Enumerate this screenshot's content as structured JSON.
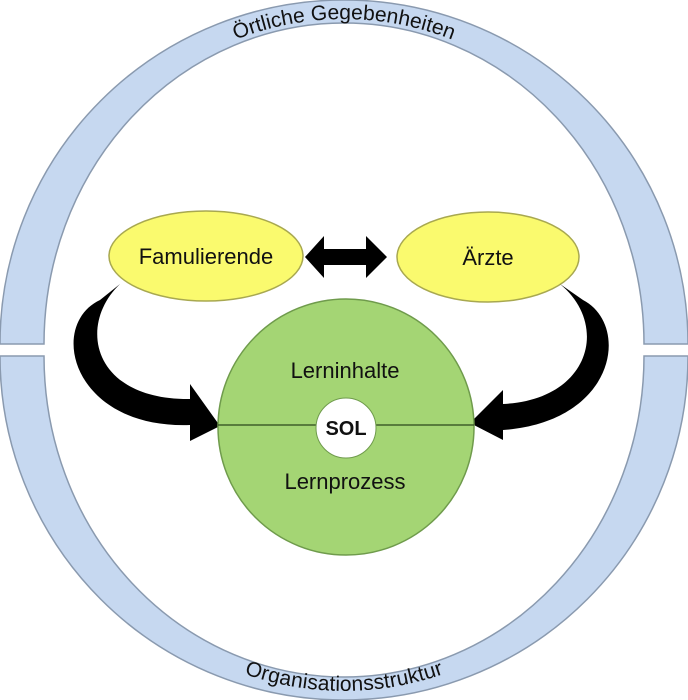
{
  "ring": {
    "top_label": "Örtliche Gegebenheiten",
    "bottom_label": "Organisationsstruktur"
  },
  "nodes": {
    "left": "Famulierende",
    "right": "Ärzte"
  },
  "center": {
    "top_label": "Lerninhalte",
    "bottom_label": "Lernprozess",
    "core_label": "SOL"
  },
  "colors": {
    "ring_fill": "#c6d8f0",
    "ring_stroke": "#8a9aaf",
    "ellipse_fill": "#fafa6e",
    "ellipse_stroke": "#a8a850",
    "circle_fill": "#a4d574",
    "circle_stroke": "#6f9b4c",
    "arrow": "#000000"
  }
}
